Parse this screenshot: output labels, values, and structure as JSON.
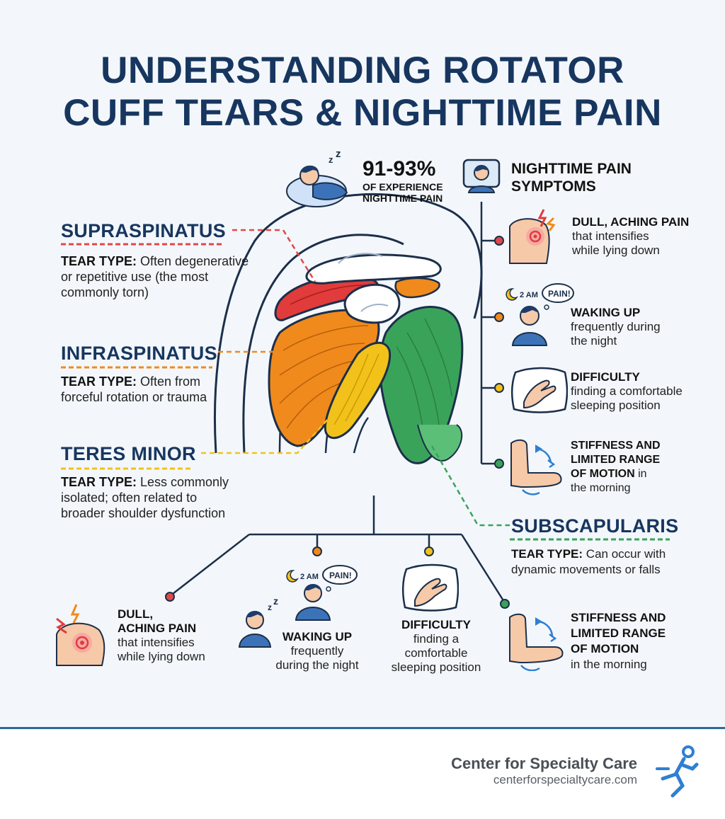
{
  "title": {
    "line1": "UNDERSTANDING ROTATOR",
    "line2": "CUFF TEARS & NIGHTTIME PAIN"
  },
  "stat": {
    "value": "91-93%",
    "line1": "OF EXPERIENCE",
    "line2": "NIGHTTIME PAIN"
  },
  "symptoms_header": {
    "line1": "NIGHTTIME PAIN",
    "line2": "SYMPTOMS"
  },
  "muscles": {
    "supraspinatus": {
      "name": "SUPRASPINATUS",
      "label": "TEAR TYPE:",
      "line1": " Often degenerative",
      "line2": "or repetitive use (the most",
      "line3": "commonly torn)"
    },
    "infraspinatus": {
      "name": "INFRASPINATUS",
      "label": "TEAR TYPE:",
      "line1": " Often from",
      "line2": "forceful rotation or trauma"
    },
    "teres_minor": {
      "name": "TERES MINOR",
      "label": "TEAR TYPE:",
      "line1": " Less commonly",
      "line2": "isolated; often related to",
      "line3": "broader shoulder dysfunction"
    },
    "subscapularis": {
      "name": "SUBSCAPULARIS",
      "label": "TEAR TYPE:",
      "line1": " Can occur with",
      "line2": "dynamic movements or falls"
    }
  },
  "right_symptoms": [
    {
      "bold": "DULL, ACHING PAIN",
      "l2": "that intensifies",
      "l3": "while lying down"
    },
    {
      "bold": "WAKING UP",
      "l2": "frequently during",
      "l3": "the night",
      "clock": "2 AM",
      "bubble": "PAIN!"
    },
    {
      "bold": "DIFFICULTY",
      "l2": "finding a comfortable",
      "l3": "sleeping position"
    },
    {
      "bold1": "STIFFNESS AND",
      "bold2": "LIMITED RANGE",
      "bold3": "OF MOTION",
      "rest": " in",
      "l4": "the morning"
    }
  ],
  "bottom_symptoms": [
    {
      "b1": "DULL,",
      "b2": "ACHING PAIN",
      "l3": "that intensifies",
      "l4": "while lying down"
    },
    {
      "bold": "WAKING UP",
      "l2": "frequently",
      "l3": "during the night",
      "clock": "2 AM",
      "bubble": "PAIN!"
    },
    {
      "bold": "DIFFICULTY",
      "l2": "finding a",
      "l3": "comfortable",
      "l4": "sleeping position"
    },
    {
      "b1": "STIFFNESS AND",
      "b2": "LIMITED RANGE",
      "b3": "OF MOTION",
      "l4": "in the morning"
    }
  ],
  "footer": {
    "brand": "Center for Specialty Care",
    "url": "centerforspecialtycare.com"
  },
  "colors": {
    "navy": "#17365f",
    "supraspinatus": "#e23b3b",
    "infraspinatus": "#f08a1c",
    "teres_minor": "#f2c21a",
    "subscapularis": "#3aa35a",
    "bone": "#ffffff",
    "skin": "#f6c9a8"
  }
}
